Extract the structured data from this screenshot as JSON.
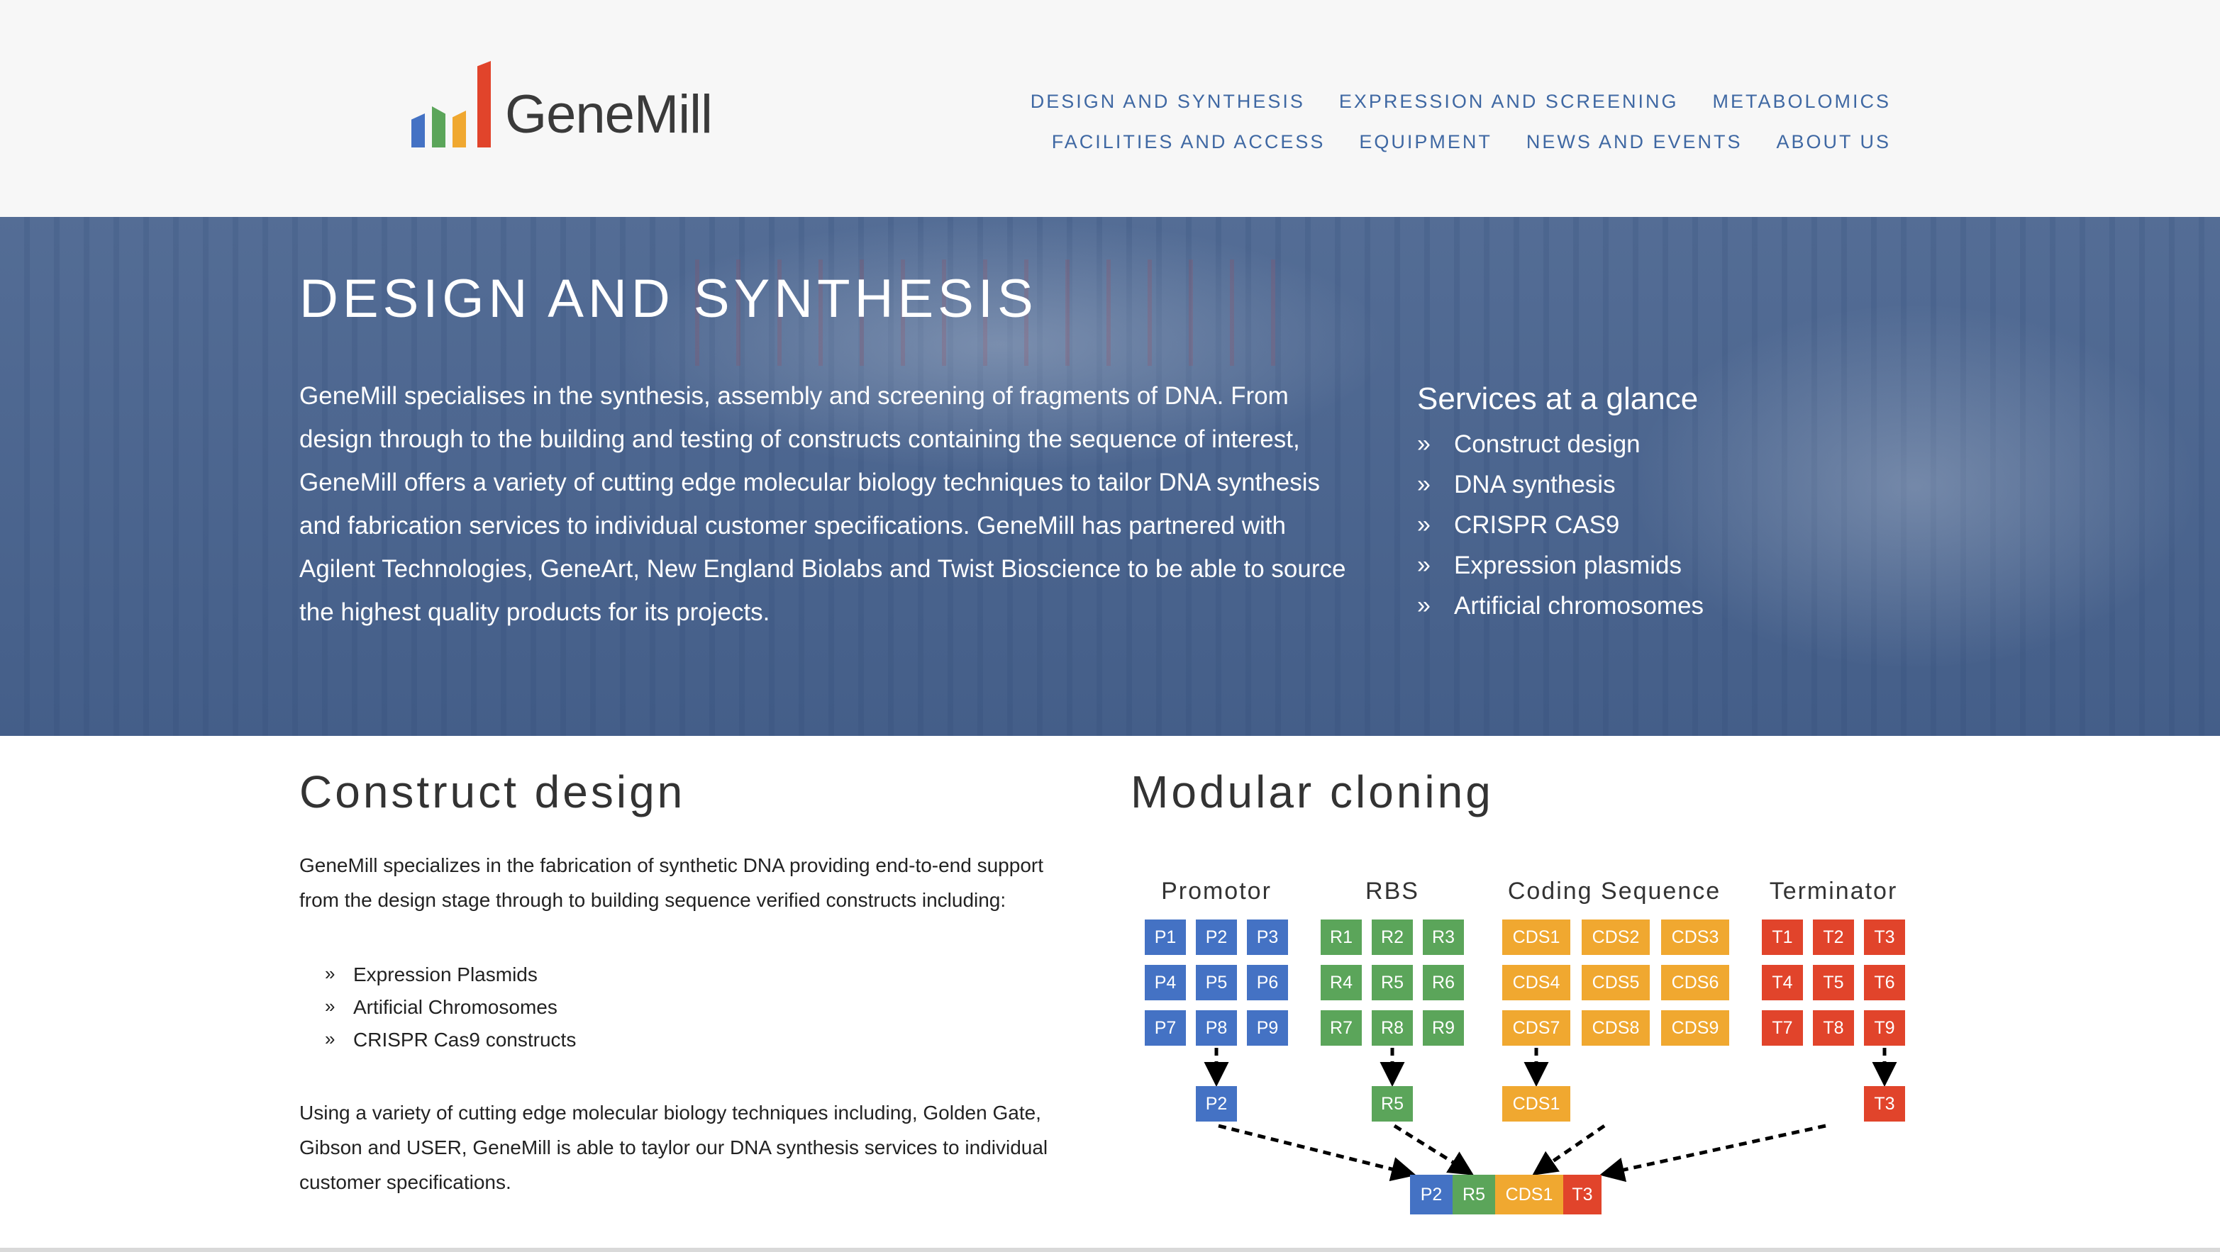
{
  "colors": {
    "nav_link": "#3f68a3",
    "logo_blue": "#4472c4",
    "logo_green": "#5ba55a",
    "logo_orange": "#f0a830",
    "logo_red": "#e1442b"
  },
  "logo": {
    "text": "GeneMill"
  },
  "nav": {
    "row1": [
      "DESIGN AND SYNTHESIS",
      "EXPRESSION AND SCREENING",
      "METABOLOMICS"
    ],
    "row2": [
      "FACILITIES AND ACCESS",
      "EQUIPMENT",
      "NEWS AND EVENTS",
      "ABOUT US"
    ]
  },
  "hero": {
    "title": "DESIGN AND SYNTHESIS",
    "text": "GeneMill specialises in the synthesis, assembly and screening of fragments of DNA. From design through to the building and testing of constructs containing the sequence of interest, GeneMill offers a variety of cutting edge molecular biology techniques to tailor DNA synthesis and fabrication services to individual customer specifications. GeneMill has partnered with Agilent Technologies, GeneArt, New England Biolabs and Twist Bioscience to be able to source the highest quality products for its projects.",
    "glance_title": "Services at a glance",
    "glance_items": [
      "Construct design",
      "DNA synthesis",
      "CRISPR CAS9",
      "Expression plasmids",
      "Artificial chromosomes"
    ]
  },
  "construct": {
    "title": "Construct design",
    "intro": "GeneMill specializes in the fabrication of synthetic DNA providing end-to-end support from the design stage through to building sequence verified constructs including:",
    "items": [
      "Expression Plasmids",
      "Artificial Chromosomes",
      "CRISPR Cas9 constructs"
    ],
    "outro": "Using a variety of cutting edge molecular biology techniques including, Golden Gate, Gibson and USER, GeneMill is able to taylor our DNA synthesis services to individual customer specifications."
  },
  "modular": {
    "title": "Modular cloning",
    "groups": [
      {
        "label": "Promotor",
        "color": "blue",
        "parts": [
          "P1",
          "P2",
          "P3",
          "P4",
          "P5",
          "P6",
          "P7",
          "P8",
          "P9"
        ],
        "selected": "P2"
      },
      {
        "label": "RBS",
        "color": "green",
        "parts": [
          "R1",
          "R2",
          "R3",
          "R4",
          "R5",
          "R6",
          "R7",
          "R8",
          "R9"
        ],
        "selected": "R5"
      },
      {
        "label": "Coding Sequence",
        "color": "orange",
        "parts": [
          "CDS1",
          "CDS2",
          "CDS3",
          "CDS4",
          "CDS5",
          "CDS6",
          "CDS7",
          "CDS8",
          "CDS9"
        ],
        "selected": "CDS1"
      },
      {
        "label": "Terminator",
        "color": "red",
        "parts": [
          "T1",
          "T2",
          "T3",
          "T4",
          "T5",
          "T6",
          "T7",
          "T8",
          "T9"
        ],
        "selected": "T3"
      }
    ],
    "assembly": [
      "P2",
      "R5",
      "CDS1",
      "T3"
    ]
  }
}
